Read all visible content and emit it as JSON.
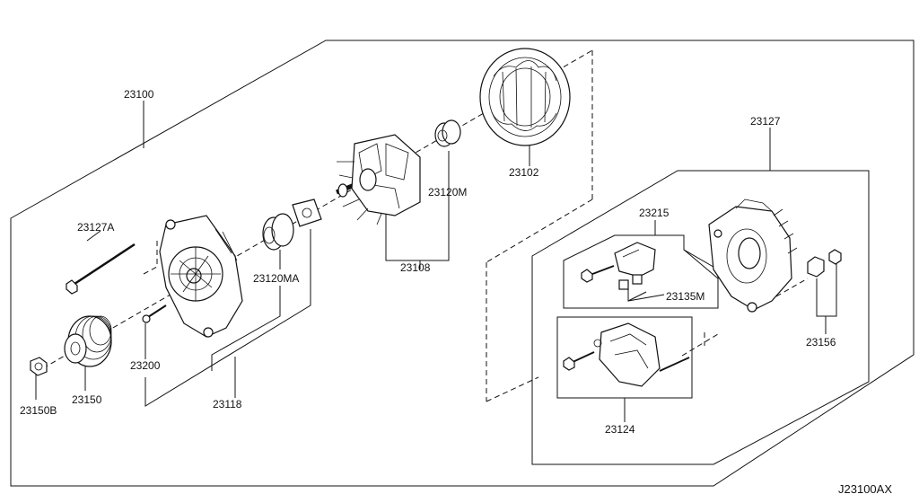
{
  "diagram": {
    "code": "J23100AX",
    "labels": {
      "l23100": "23100",
      "l23127A": "23127A",
      "l23150B": "23150B",
      "l23150": "23150",
      "l23200": "23200",
      "l23118": "23118",
      "l23120MA": "23120MA",
      "l23108": "23108",
      "l23120M": "23120M",
      "l23102": "23102",
      "l23127": "23127",
      "l23215": "23215",
      "l23135M": "23135M",
      "l23156": "23156",
      "l23124": "23124"
    }
  }
}
